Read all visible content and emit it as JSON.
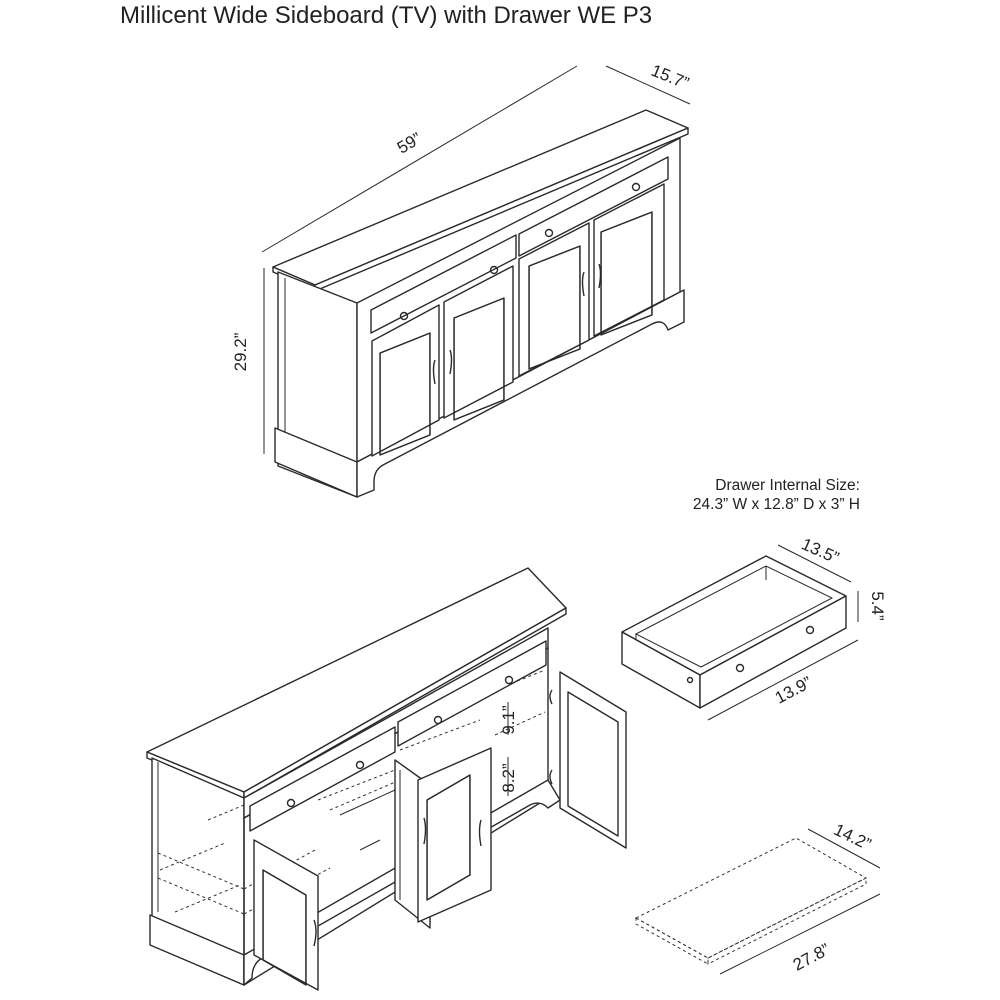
{
  "title": "Millicent Wide Sideboard (TV) with Drawer WE P3",
  "drawer_note": {
    "line1": "Drawer Internal Size:",
    "line2": "24.3” W x 12.8” D x 3” H"
  },
  "dimensions": {
    "width": "59”",
    "depth": "15.7”",
    "height": "29.2”",
    "cabinet_upper": "9.1”",
    "cabinet_lower": "8.2”",
    "drawer_depth": "13.5”",
    "drawer_height": "5.4”",
    "drawer_width": "13.9”",
    "shelf_depth": "14.2”",
    "shelf_width": "27.8”"
  }
}
